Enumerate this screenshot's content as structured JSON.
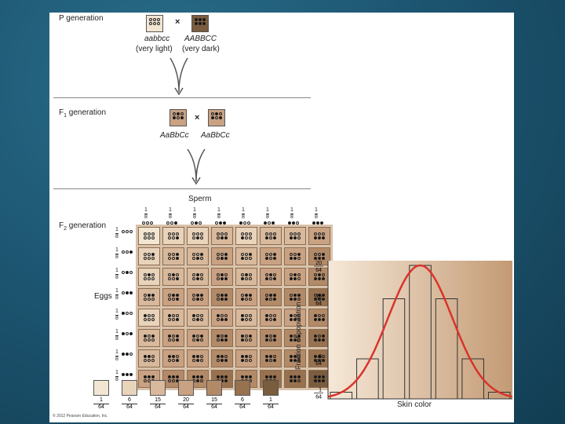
{
  "p_generation": {
    "label": "P generation",
    "parent1": {
      "genotype": "aabbcc",
      "phenotype": "(very light)",
      "color": "#f2e6d2"
    },
    "parent2": {
      "genotype": "AABBCC",
      "phenotype": "(very dark)",
      "color": "#7a5c3e"
    }
  },
  "f1_generation": {
    "label_main": "F",
    "label_sub": "1",
    "label_rest": "generation",
    "parent1": {
      "genotype": "AaBbCc",
      "color": "#c9a283"
    },
    "parent2": {
      "genotype": "AaBbCc",
      "color": "#c9a283"
    }
  },
  "f2_generation": {
    "label_main": "F",
    "label_sub": "2",
    "label_rest": "generation",
    "sperm_label": "Sperm",
    "eggs_label": "Eggs",
    "gamete_fraction_num": "1",
    "gamete_fraction_den": "8"
  },
  "phenotype_classes": [
    {
      "num": "1",
      "den": "64",
      "color": "#f2e6d2"
    },
    {
      "num": "6",
      "den": "64",
      "color": "#e8d3bb"
    },
    {
      "num": "15",
      "den": "64",
      "color": "#d8b99c"
    },
    {
      "num": "20",
      "den": "64",
      "color": "#c9a283"
    },
    {
      "num": "15",
      "den": "64",
      "color": "#b38a68"
    },
    {
      "num": "6",
      "den": "64",
      "color": "#98714f"
    },
    {
      "num": "1",
      "den": "64",
      "color": "#7a5c3e"
    }
  ],
  "chart_data": {
    "type": "bar",
    "xlabel": "Skin color",
    "ylabel": "Fraction of population",
    "ytick_labels": [
      {
        "num": "20",
        "den": "64"
      },
      {
        "num": "15",
        "den": "64"
      },
      {
        "num": "6",
        "den": "64"
      },
      {
        "num": "1",
        "den": "64"
      }
    ],
    "values": [
      1,
      6,
      15,
      20,
      15,
      6,
      1
    ],
    "ylim": [
      0,
      20
    ],
    "curve_color": "#d9342b",
    "fill_colors": [
      "#f6e8d8",
      "#c39a74"
    ]
  },
  "copyright": "© 2012 Pearson Education, Inc."
}
